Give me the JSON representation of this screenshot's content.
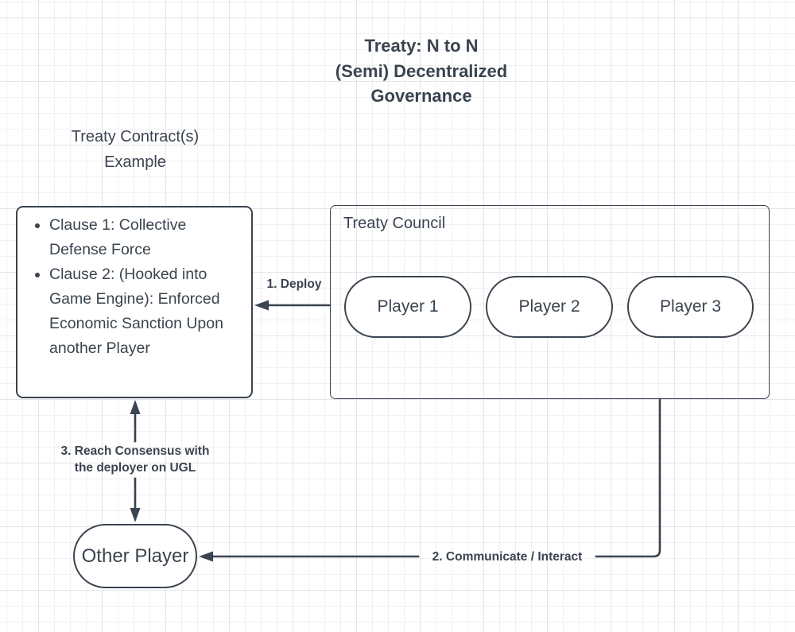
{
  "colors": {
    "ink": "#3a4450",
    "canvas_background": "#ffffff",
    "grid_minor": "#f0f0f3",
    "grid_major": "#e4e4e9",
    "node_fill": "#ffffff"
  },
  "title": {
    "lines": [
      "Treaty: N to N",
      "(Semi) Decentralized",
      "Governance"
    ]
  },
  "contract_example": {
    "heading_lines": [
      "Treaty Contract(s)",
      "Example"
    ],
    "clauses": [
      "Clause 1: Collective Defense Force",
      "Clause 2: (Hooked into Game Engine): Enforced Economic Sanction Upon another Player"
    ]
  },
  "treaty_council": {
    "label": "Treaty Council",
    "members": [
      "Player 1",
      "Player 2",
      "Player 3"
    ]
  },
  "other_player": {
    "label": "Other Player"
  },
  "arrows": {
    "deploy": {
      "label": "1. Deploy"
    },
    "communicate": {
      "label": "2. Communicate / Interact"
    },
    "consensus": {
      "lines": [
        "3. Reach Consensus with",
        "the deployer on UGL"
      ]
    }
  }
}
